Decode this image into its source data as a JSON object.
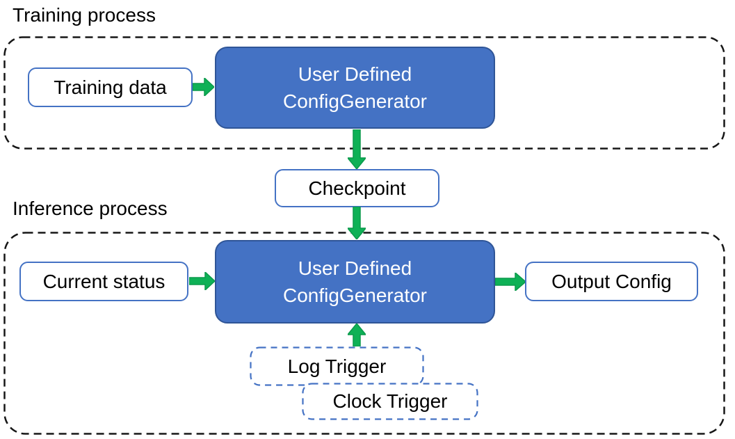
{
  "colors": {
    "accent_blue": "#4472C4",
    "accent_blue_dark": "#2F5597",
    "arrow_green": "#0EB156",
    "arrow_green_dark": "#0B9A4B",
    "dash_black": "#161616",
    "text_black": "#000000",
    "text_white": "#FFFFFF",
    "box_bg_white": "#FFFFFF"
  },
  "icons": {
    "flow_arrows": [
      "arrow-right-icon",
      "arrow-down-icon",
      "arrow-up-icon"
    ]
  },
  "training": {
    "section_label": "Training process",
    "input_label": "Training data",
    "generator_label": "User Defined\nConfigGenerator"
  },
  "checkpoint_label": "Checkpoint",
  "inference": {
    "section_label": "Inference process",
    "input_label": "Current status",
    "generator_label": "User Defined\nConfigGenerator",
    "output_label": "Output Config",
    "log_trigger_label": "Log Trigger",
    "clock_trigger_label": "Clock Trigger"
  }
}
